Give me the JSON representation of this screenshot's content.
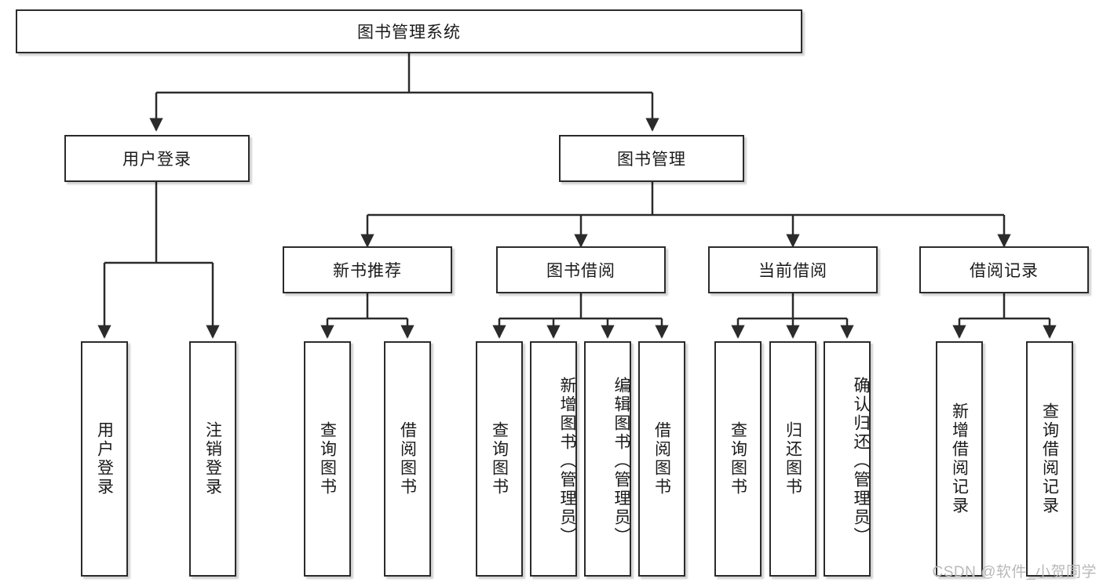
{
  "diagram": {
    "title": "图书管理系统",
    "root": {
      "label": "图书管理系统"
    },
    "level2": [
      {
        "label": "用户登录"
      },
      {
        "label": "图书管理"
      }
    ],
    "level3": [
      {
        "label": "新书推荐"
      },
      {
        "label": "图书借阅"
      },
      {
        "label": "当前借阅"
      },
      {
        "label": "借阅记录"
      }
    ],
    "leaves": {
      "user_login": [
        {
          "label": "用户登录"
        },
        {
          "label": "注销登录"
        }
      ],
      "new_book": [
        {
          "label": "查询图书"
        },
        {
          "label": "借阅图书"
        }
      ],
      "borrow": [
        {
          "label": "查询图书"
        },
        {
          "label": "新增图书（管理员）"
        },
        {
          "label": "编辑图书（管理员）"
        },
        {
          "label": "借阅图书"
        }
      ],
      "current": [
        {
          "label": "查询图书"
        },
        {
          "label": "归还图书"
        },
        {
          "label": "确认归还（管理员）"
        }
      ],
      "records": [
        {
          "label": "新增借阅记录"
        },
        {
          "label": "查询借阅记录"
        }
      ]
    }
  },
  "watermark": {
    "text": "CSDN @软件_小贺同学"
  },
  "colors": {
    "border": "#2b2b2b",
    "background": "#ffffff",
    "text": "#1a1a1a",
    "watermark": "#b9b9b9"
  }
}
